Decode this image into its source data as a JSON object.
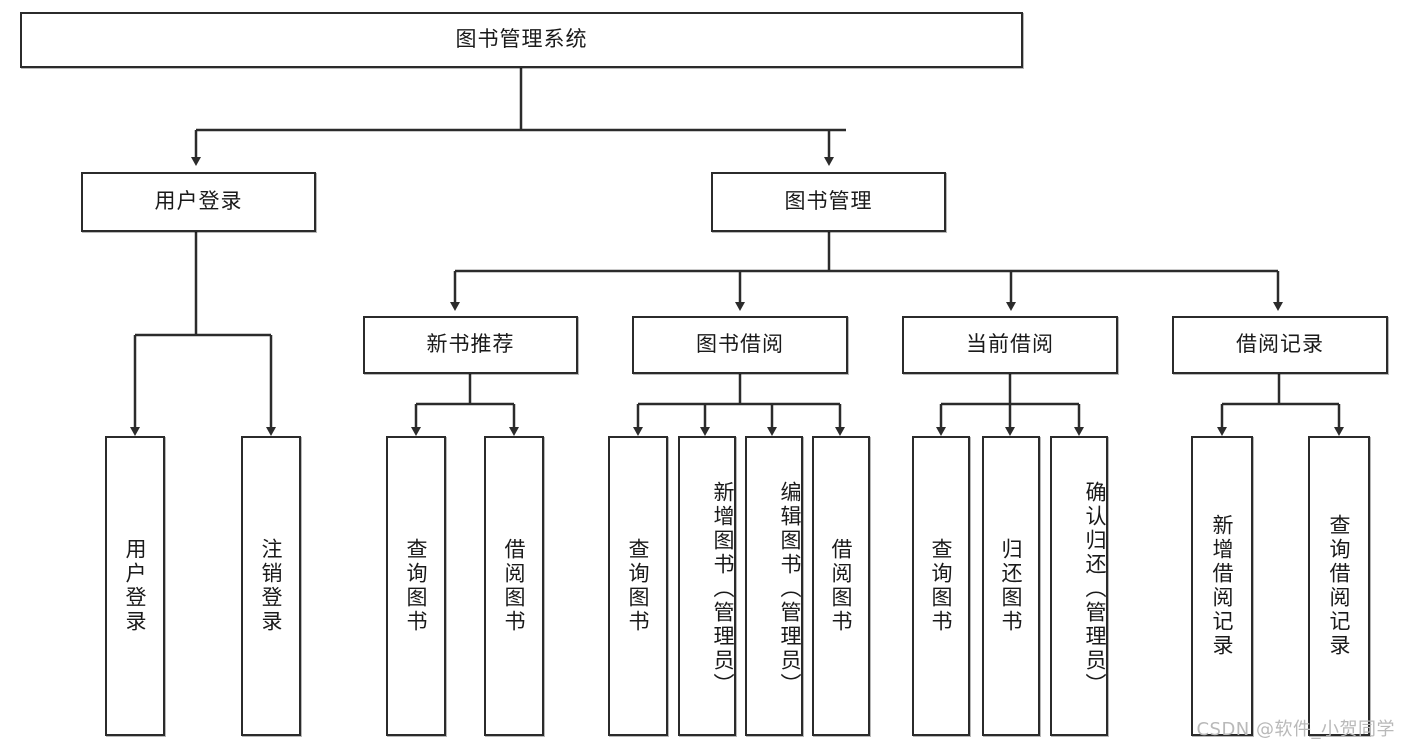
{
  "diagram": {
    "title": "图书管理系统",
    "type": "hierarchy-tree",
    "watermark": "CSDN @软件_小贺同学",
    "colors": {
      "box_border": "#2b2b2b",
      "box_fill": "#ffffff",
      "connector": "#2b2b2b",
      "text": "#1a1a1a",
      "watermark": "#b9b9b9"
    },
    "levels": {
      "root": {
        "label": "图书管理系统"
      },
      "level2": [
        {
          "label": "用户登录"
        },
        {
          "label": "图书管理"
        }
      ],
      "level3": [
        {
          "label": "新书推荐"
        },
        {
          "label": "图书借阅"
        },
        {
          "label": "当前借阅"
        },
        {
          "label": "借阅记录"
        }
      ],
      "leaves": {
        "user_login": [
          {
            "label": "用户登录"
          },
          {
            "label": "注销登录"
          }
        ],
        "new_book": [
          {
            "label": "查询图书"
          },
          {
            "label": "借阅图书"
          }
        ],
        "book_borrow": [
          {
            "label": "查询图书"
          },
          {
            "label": "新增图书（管理员）"
          },
          {
            "label": "编辑图书（管理员）"
          },
          {
            "label": "借阅图书"
          }
        ],
        "current_borrow": [
          {
            "label": "查询图书"
          },
          {
            "label": "归还图书"
          },
          {
            "label": "确认归还（管理员）"
          }
        ],
        "borrow_record": [
          {
            "label": "新增借阅记录"
          },
          {
            "label": "查询借阅记录"
          }
        ]
      }
    }
  }
}
